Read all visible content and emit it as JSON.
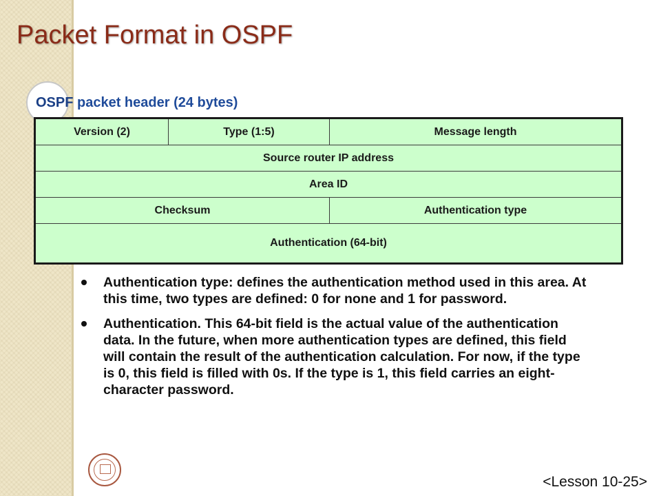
{
  "slide": {
    "title": "Packet Format in OSPF",
    "subtitle_strong": "OSPF",
    "subtitle_rest": " packet header (24 bytes)"
  },
  "header_table": {
    "row1": [
      "Version (2)",
      "Type (1:5)",
      "Message length"
    ],
    "row2": "Source router IP address",
    "row3": "Area ID",
    "row4": [
      "Checksum",
      "Authentication type"
    ],
    "row5": "Authentication (64-bit)"
  },
  "bullets": [
    "Authentication type: defines the authentication method used in this area. At this time, two types are defined: 0 for none and 1 for password.",
    "Authentication. This 64-bit field is the actual value of the authentication data. In the future, when more authentication types are defined, this field will contain the result of the authentication calculation. For now, if the type is 0, this field is filled with 0s. If the type is 1, this field carries an eight-character password."
  ],
  "footer": {
    "lesson": "<Lesson 10-25>"
  },
  "logo": {
    "icon": "university-seal-icon"
  },
  "colors": {
    "title": "#8a2b18",
    "subtitle": "#1f4b9a",
    "table_fill": "#ccffcc"
  }
}
